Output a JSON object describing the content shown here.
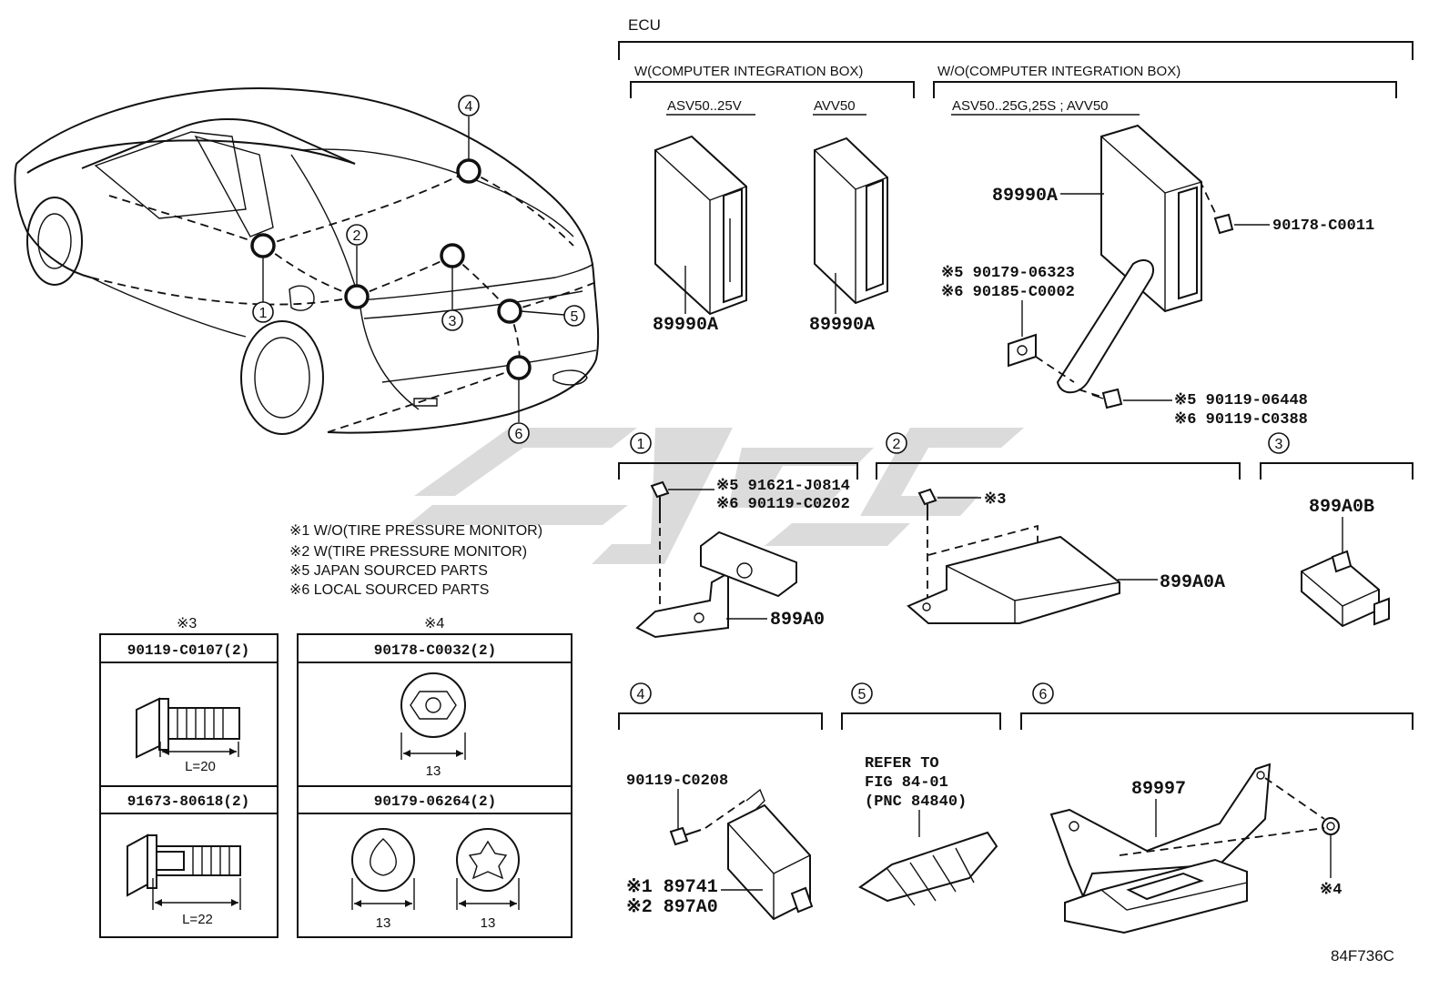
{
  "header": {
    "section": "ECU"
  },
  "groups": {
    "with_cib": "W(COMPUTER INTEGRATION BOX)",
    "without_cib": "W/O(COMPUTER INTEGRATION BOX)",
    "model_a": "ASV50..25V",
    "model_b": "AVV50",
    "model_c": "ASV50..25G,25S ; AVV50"
  },
  "parts": {
    "ecu_a": "89990A",
    "ecu_b": "89990A",
    "ecu_c": "89990A",
    "clip_c": "90178-C0011",
    "bracket_nut_1": "※5 90179-06323",
    "bracket_nut_2": "※6 90185-C0002",
    "bracket_bolt_1": "※5 90119-06448",
    "bracket_bolt_2": "※6 90119-C0388",
    "s1_bolt_1": "※5 91621-J0814",
    "s1_bolt_2": "※6 90119-C0202",
    "s1_part": "899A0",
    "s2_bolt": "※3",
    "s2_part": "899A0A",
    "s3_part": "899A0B",
    "s4_bolt": "90119-C0208",
    "s4_part_1": "※1  89741",
    "s4_part_2": "※2  897A0",
    "s5_refer_1": "REFER TO",
    "s5_refer_2": "FIG 84-01",
    "s5_refer_3": "(PNC 84840)",
    "s6_part": "89997",
    "s6_clip": "※4"
  },
  "callouts": [
    "1",
    "2",
    "3",
    "4",
    "5",
    "6"
  ],
  "notes": [
    "※1  W/O(TIRE PRESSURE MONITOR)",
    "※2  W(TIRE PRESSURE MONITOR)",
    "※5 JAPAN SOURCED PARTS",
    "※6 LOCAL SOURCED PARTS"
  ],
  "fasteners": {
    "mark3": "※3",
    "mark4": "※4",
    "f1_pn": "90119-C0107(2)",
    "f1_dim": "L=20",
    "f2_pn": "91673-80618(2)",
    "f2_dim": "L=22",
    "f3_pn": "90178-C0032(2)",
    "f3_dim": "13",
    "f4_pn": "90179-06264(2)",
    "f4_dim_a": "13",
    "f4_dim_b": "13"
  },
  "figure_id": "84F736C"
}
